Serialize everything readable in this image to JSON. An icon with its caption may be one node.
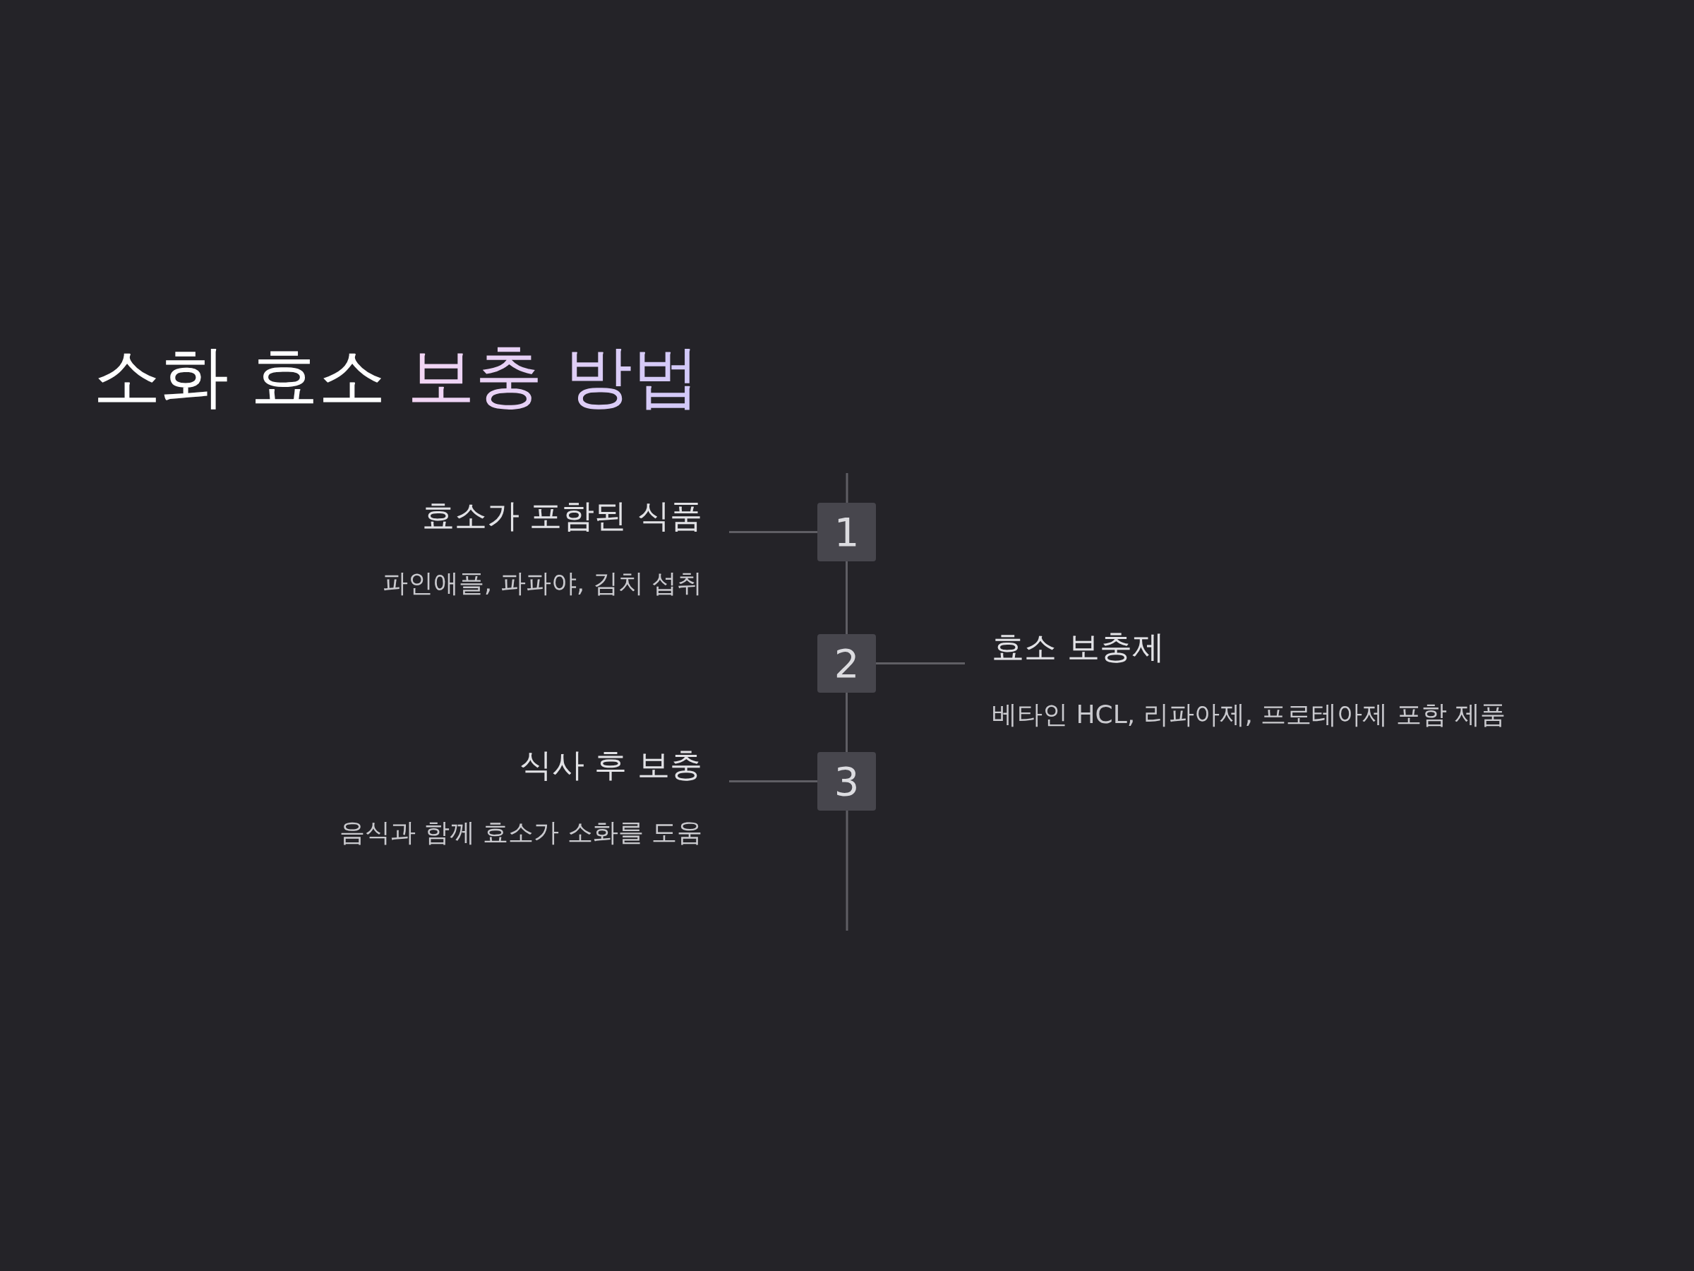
{
  "diagram": {
    "title": "소화 효소 보충 방법",
    "nodes": [
      {
        "text": [
          "1"
        ]
      },
      {
        "text": [
          "효소가 포함된 식품",
          "파인애플, 파파야, 김치 섭취"
        ]
      },
      {
        "text": [
          "2"
        ]
      },
      {
        "text": [
          "효소 보충제",
          "베타인 HCL, 리파아제, 프로테아제 포함 제품"
        ]
      },
      {
        "text": [
          "3"
        ]
      },
      {
        "text": [
          "식사 후 보충",
          "음식과 함께 효소가 소화를 도움"
        ]
      }
    ],
    "edges": [
      {
        "from": 1,
        "to": 0,
        "arrow": "none"
      },
      {
        "from": 0,
        "to": 2,
        "arrow": "none"
      },
      {
        "from": 2,
        "to": 3,
        "arrow": "none"
      },
      {
        "from": 2,
        "to": 4,
        "arrow": "none"
      },
      {
        "from": 5,
        "to": 4,
        "arrow": "none"
      }
    ]
  }
}
